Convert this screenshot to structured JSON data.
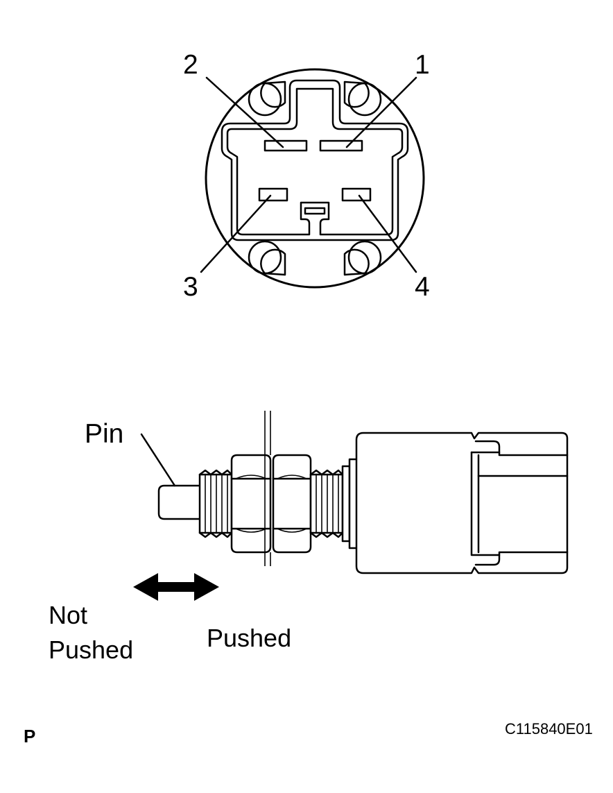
{
  "connector": {
    "pins": [
      {
        "number": "1"
      },
      {
        "number": "2"
      },
      {
        "number": "3"
      },
      {
        "number": "4"
      }
    ]
  },
  "switch": {
    "pin_label": "Pin",
    "not_pushed_line1": "Not",
    "not_pushed_line2": "Pushed",
    "pushed_label": "Pushed"
  },
  "footer": {
    "corner_mark": "P",
    "figure_code": "C115840E01"
  }
}
